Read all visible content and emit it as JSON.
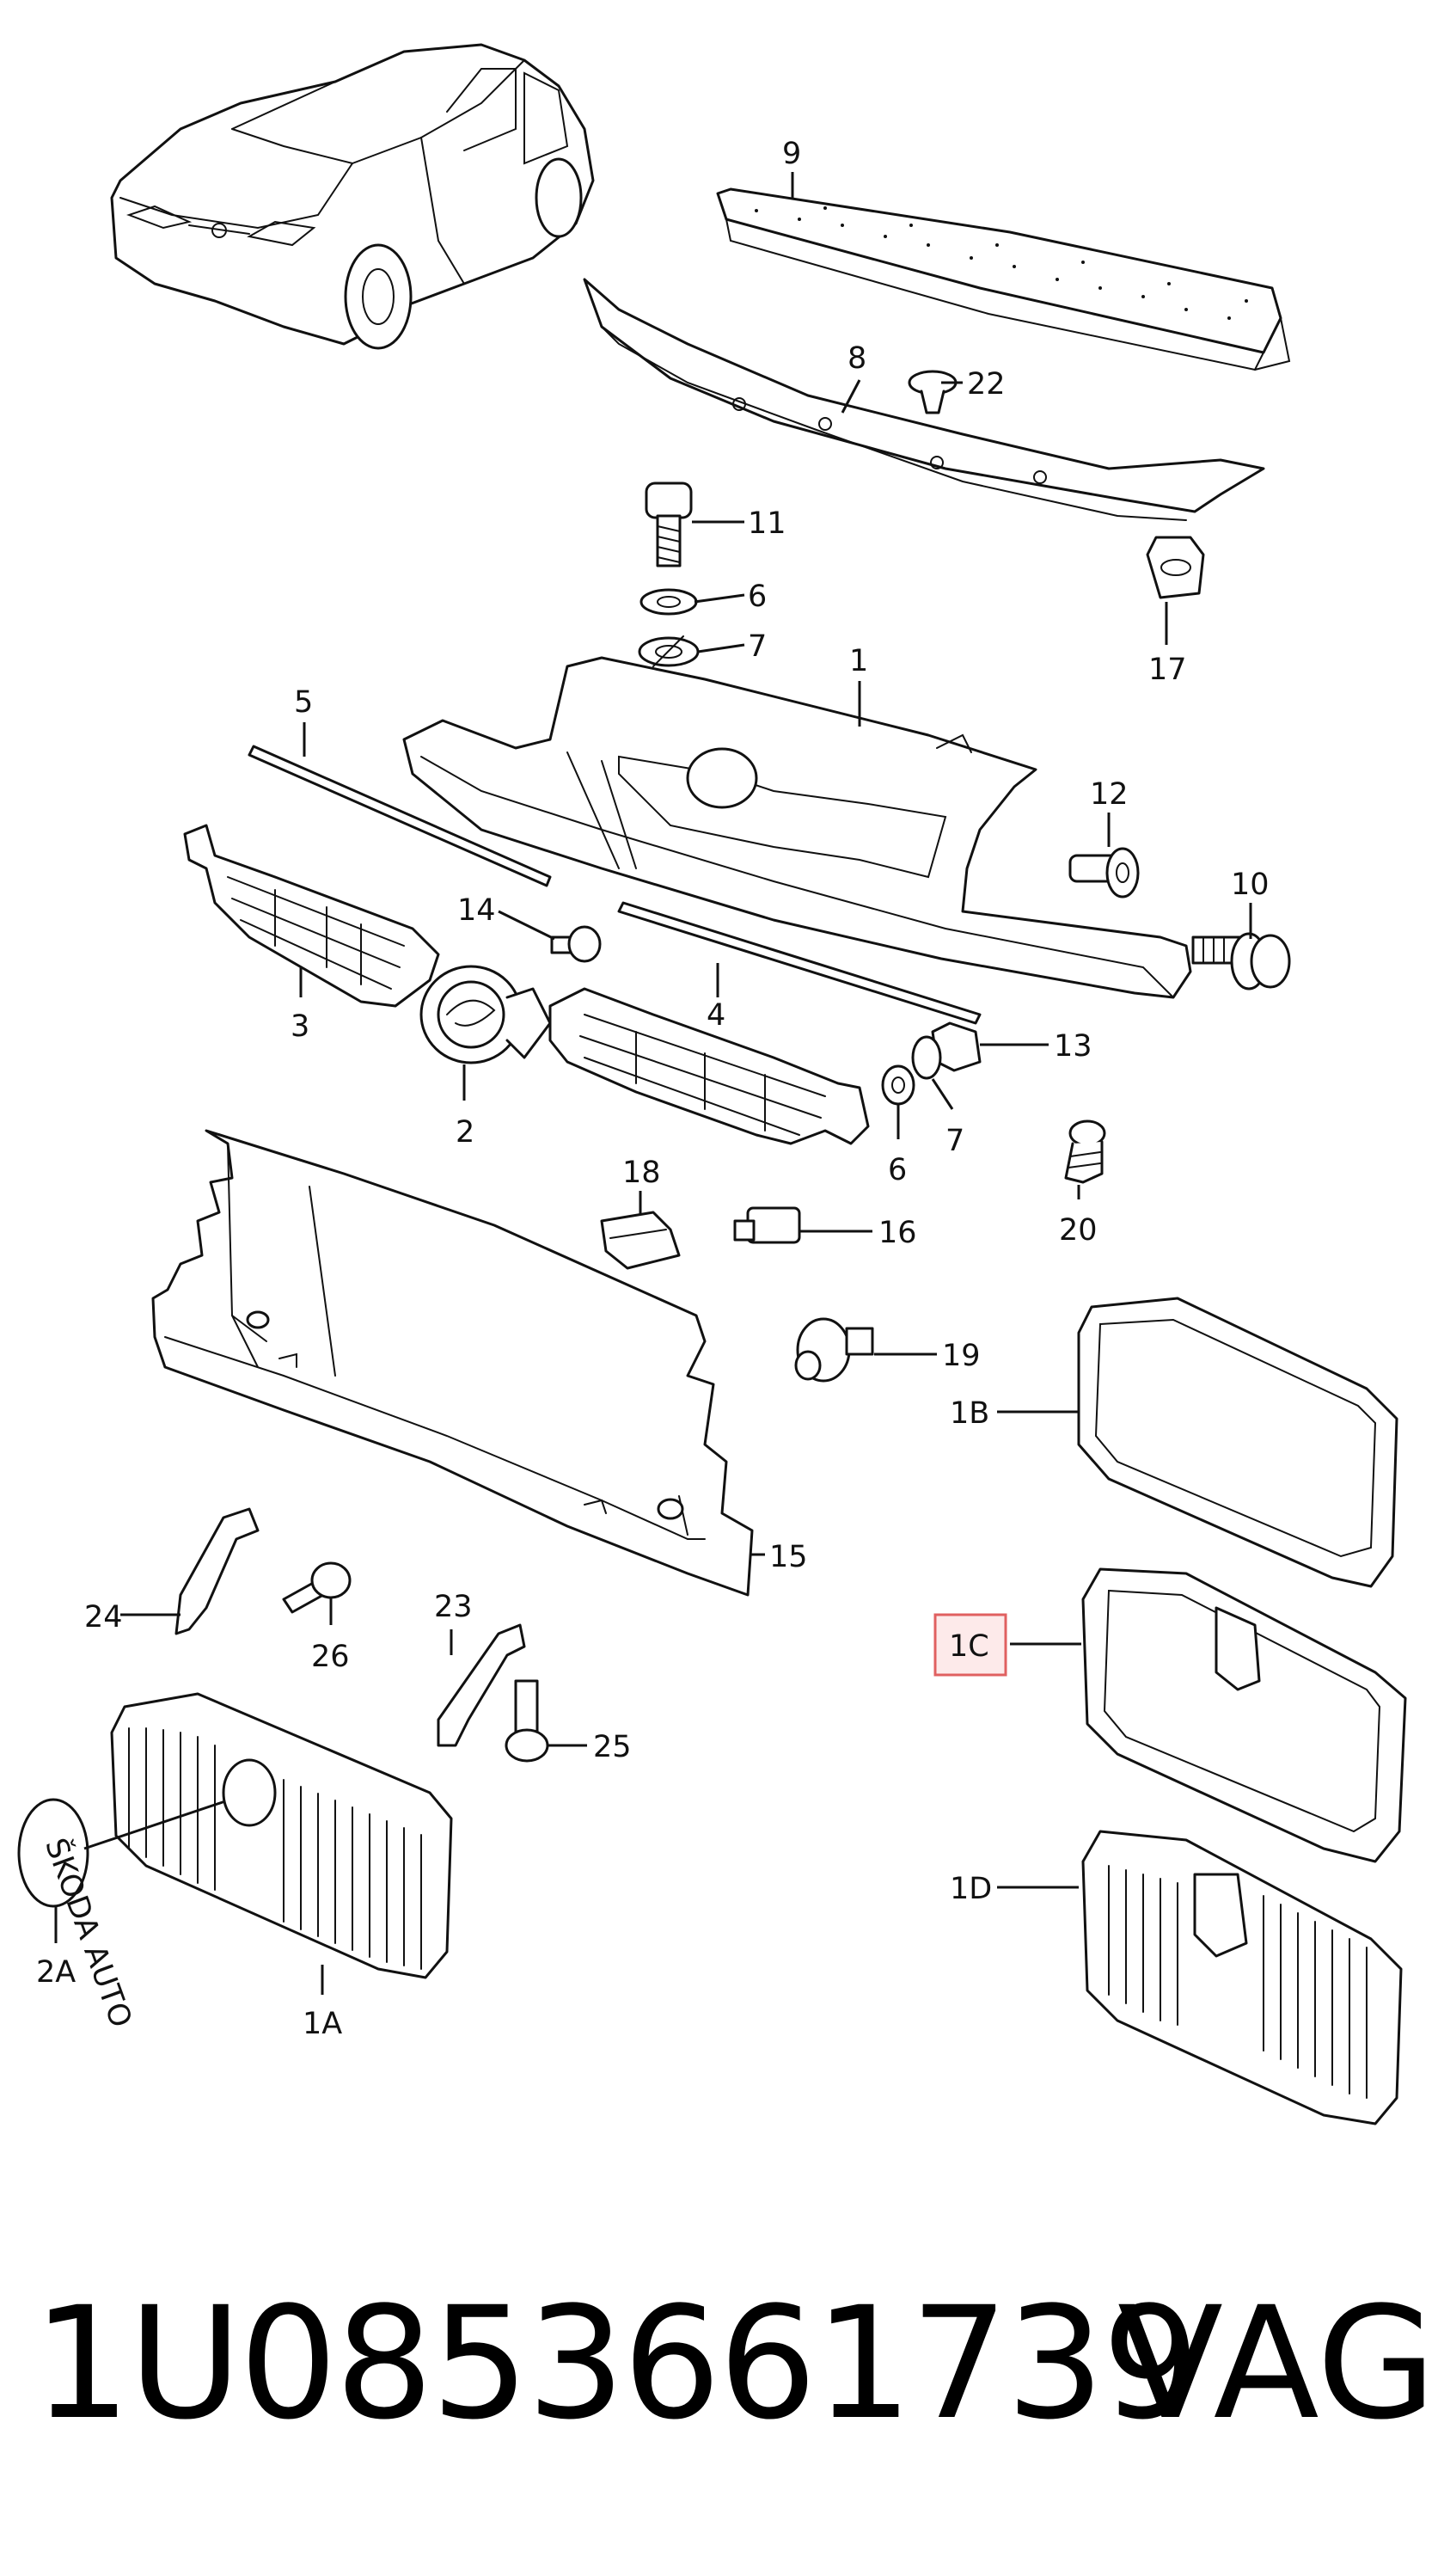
{
  "diagram": {
    "callouts": {
      "c9": "9",
      "c8": "8",
      "c22": "22",
      "c11": "11",
      "c6a": "6",
      "c7a": "7",
      "c17": "17",
      "c1": "1",
      "c5": "5",
      "c12": "12",
      "c10": "10",
      "c14": "14",
      "c3": "3",
      "c4": "4",
      "c13": "13",
      "c2": "2",
      "c7b": "7",
      "c6b": "6",
      "c20": "20",
      "c18": "18",
      "c16": "16",
      "c19": "19",
      "c1B": "1B",
      "c15": "15",
      "c24": "24",
      "c26": "26",
      "c23": "23",
      "c1C": "1C",
      "c25": "25",
      "c1D": "1D",
      "c2A": "2A",
      "c1A": "1A"
    },
    "emblem_text": "ŠKODA AUTO",
    "highlight_color": "#e06060"
  },
  "footer": {
    "part_number": "1U0853661739",
    "brand": "VAG"
  }
}
